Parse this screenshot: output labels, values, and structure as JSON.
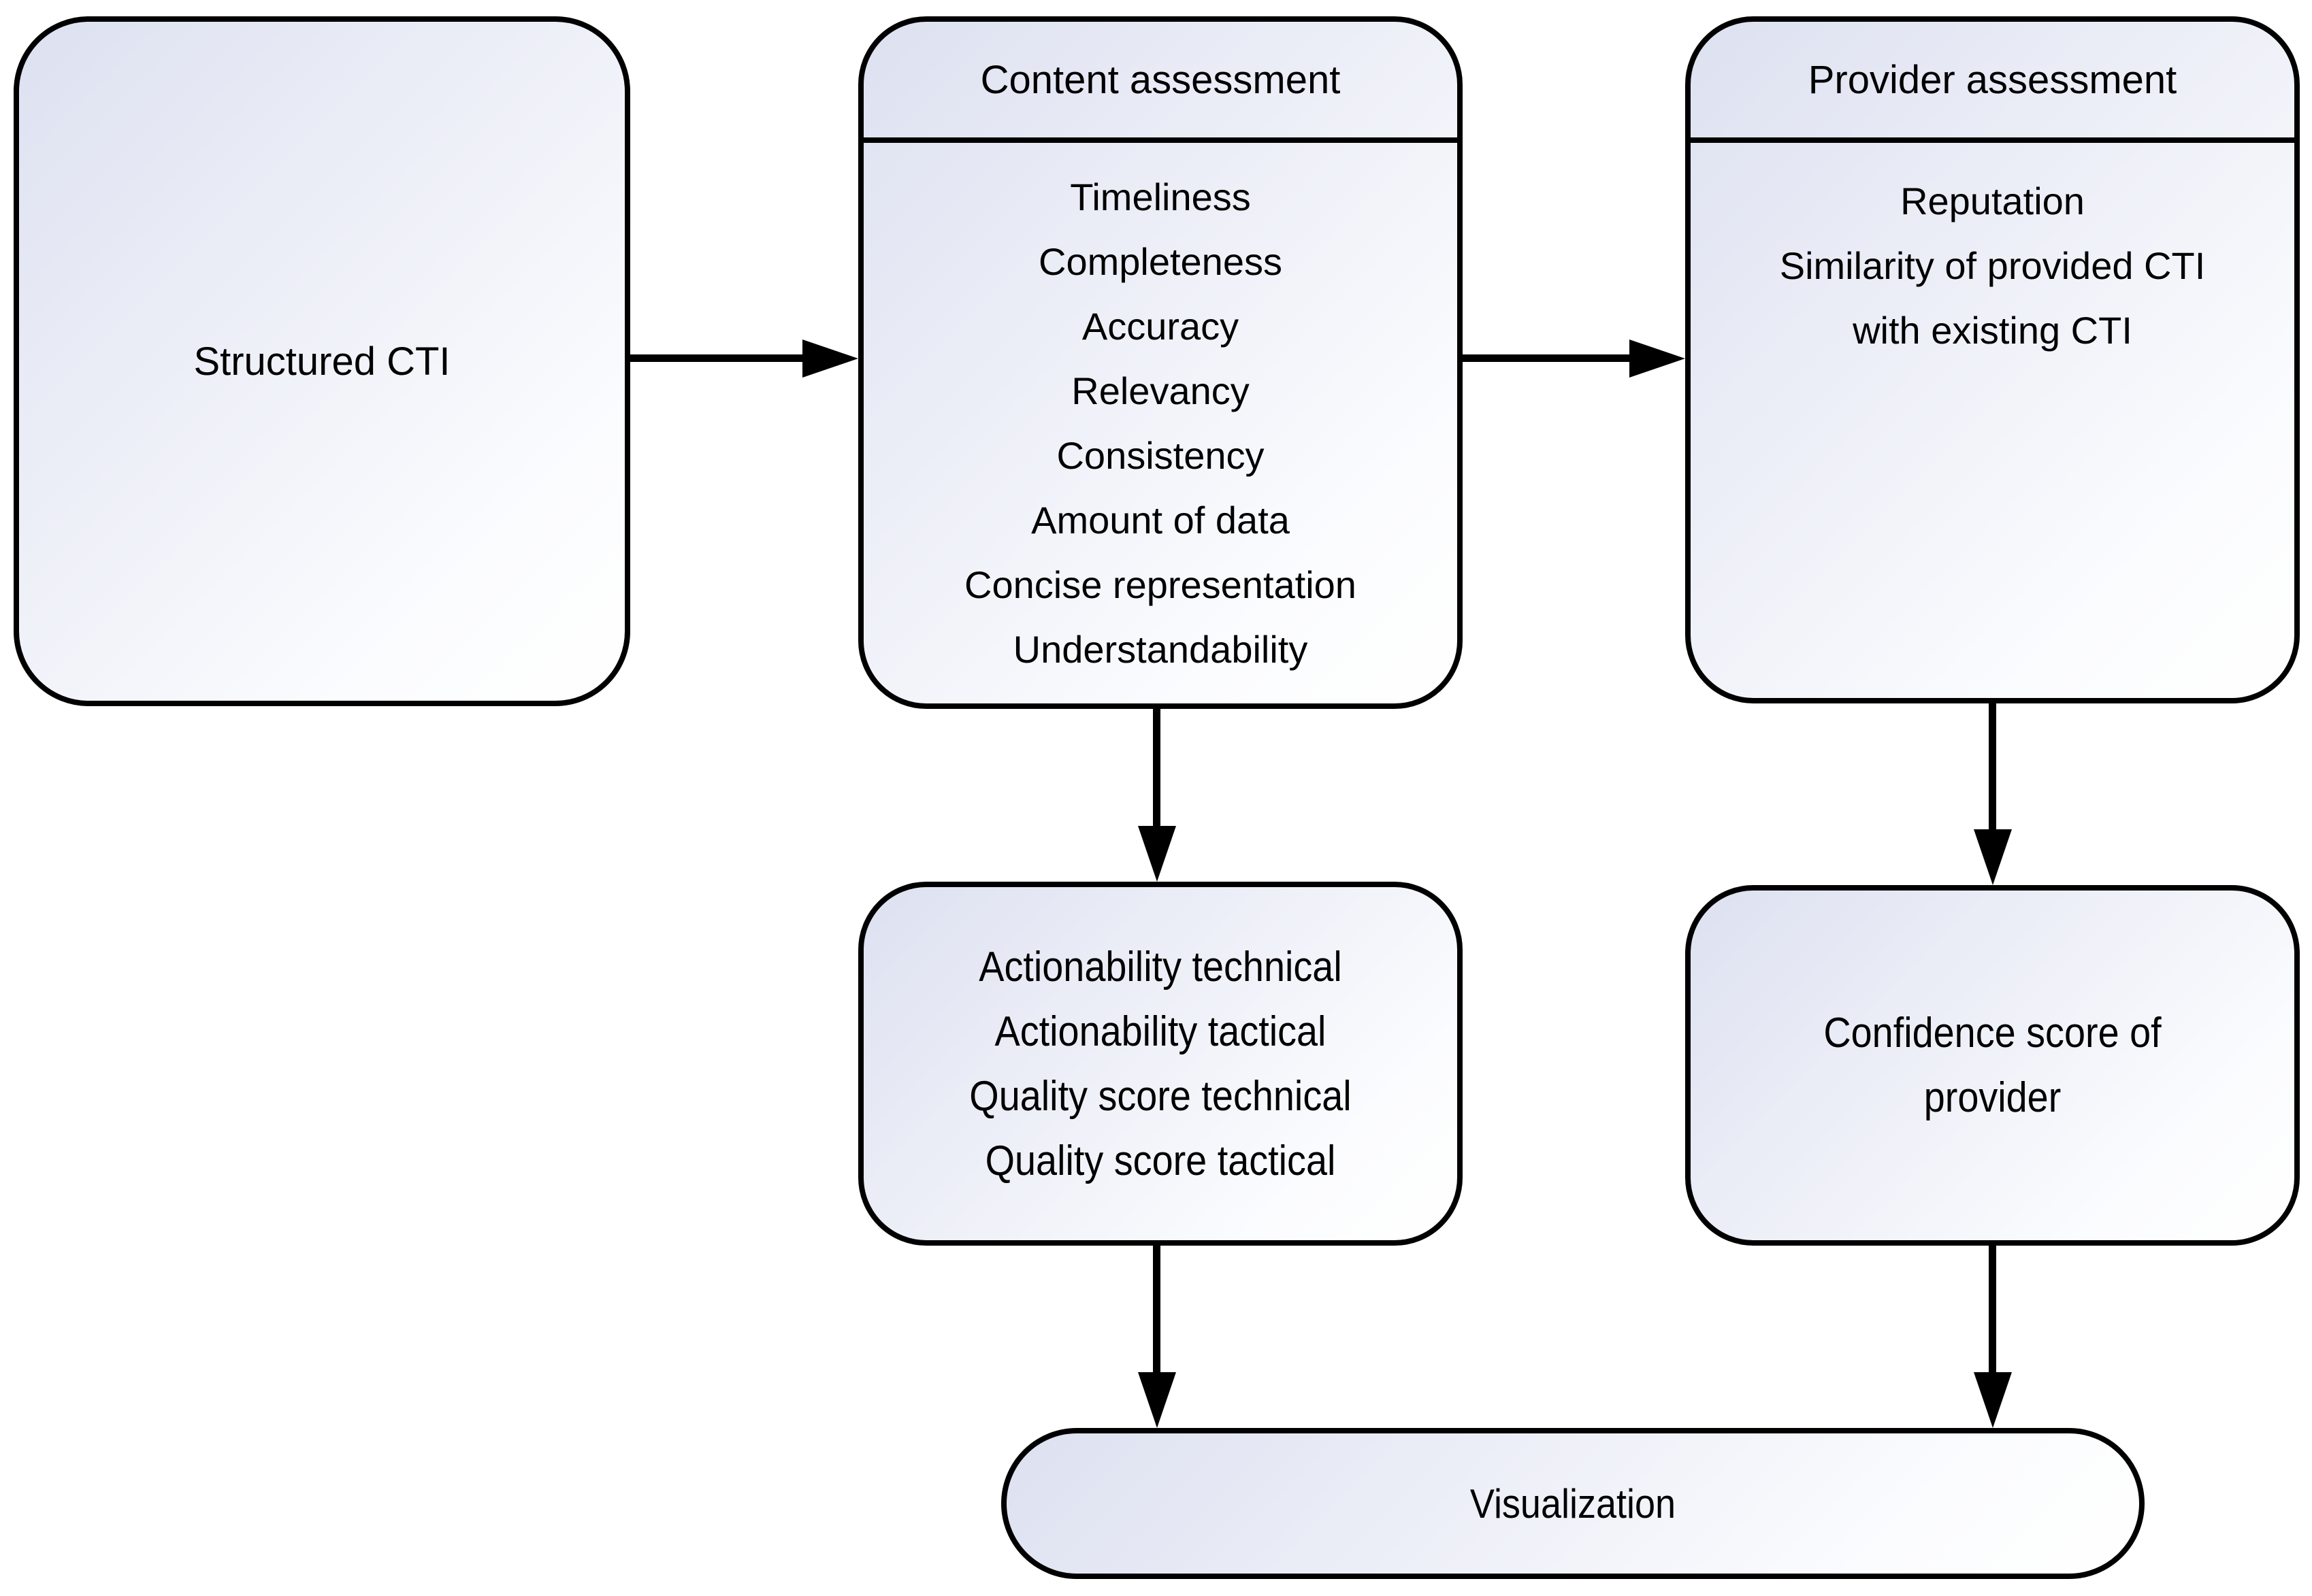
{
  "diagram": {
    "structured_cti": {
      "label": "Structured CTI"
    },
    "content_assessment": {
      "title": "Content assessment",
      "items": [
        "Timeliness",
        "Completeness",
        "Accuracy",
        "Relevancy",
        "Consistency",
        "Amount of data",
        "Concise representation",
        "Understandability"
      ]
    },
    "provider_assessment": {
      "title": "Provider assessment",
      "items": [
        "Reputation",
        "Similarity of provided CTI",
        "with existing CTI"
      ]
    },
    "content_scores": {
      "items": [
        "Actionability technical",
        "Actionability tactical",
        "Quality score technical",
        "Quality score tactical"
      ]
    },
    "provider_score": {
      "lines": [
        "Confidence score of",
        "provider"
      ]
    },
    "visualization": {
      "label": "Visualization"
    }
  },
  "colors": {
    "border": "#000000",
    "text": "#000000",
    "fill_gradient_start": "#dde1f0",
    "fill_gradient_end": "#ffffff",
    "background": "#ffffff"
  }
}
